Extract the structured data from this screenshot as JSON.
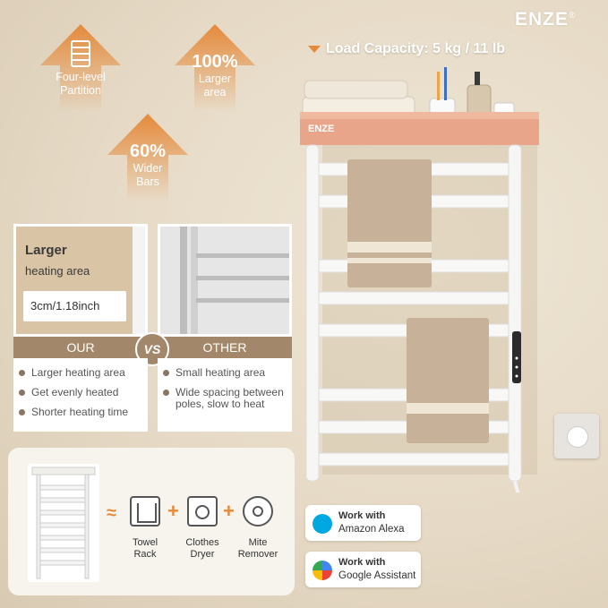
{
  "brand": {
    "name": "ENZE",
    "reg": "®",
    "shelf_logo": "ENZE"
  },
  "features": [
    {
      "num": "",
      "label_lines": [
        "Four-level",
        "Partition"
      ],
      "icon": "stacked-shelves-icon"
    },
    {
      "num": "100%",
      "label_lines": [
        "Larger",
        "area"
      ]
    },
    {
      "num": "60%",
      "label_lines": [
        "Wider",
        "Bars"
      ]
    }
  ],
  "load_capacity": "Load Capacity: 5 kg / 11 lb",
  "comparison": {
    "left": {
      "title": "Larger",
      "subtitle": "heating area",
      "measure": "3cm/1.18inch",
      "label": "OUR",
      "points": [
        "Larger heating area",
        "Get evenly heated",
        "Shorter heating time"
      ]
    },
    "right": {
      "label": "OTHER",
      "points": [
        "Small heating area",
        "Wide spacing between poles, slow to heat"
      ]
    },
    "vs": "VS"
  },
  "equation": {
    "approx": "≈",
    "plus": "+",
    "items": [
      {
        "label_lines": [
          "Towel",
          "Rack"
        ],
        "icon": "towel-icon"
      },
      {
        "label_lines": [
          "Clothes",
          "Dryer"
        ],
        "icon": "washing-machine-icon"
      },
      {
        "label_lines": [
          "Mite",
          "Remover"
        ],
        "icon": "mite-remover-icon"
      }
    ]
  },
  "badges": [
    {
      "line1": "Work with",
      "line2": "Amazon Alexa",
      "icon": "alexa-icon"
    },
    {
      "line1": "Work with",
      "line2": "Google Assistant",
      "icon": "google-assistant-icon"
    }
  ],
  "colors": {
    "accent": "#e58a3b",
    "panel_brown": "#a3876a",
    "shelf_peach": "#e9a58a"
  }
}
